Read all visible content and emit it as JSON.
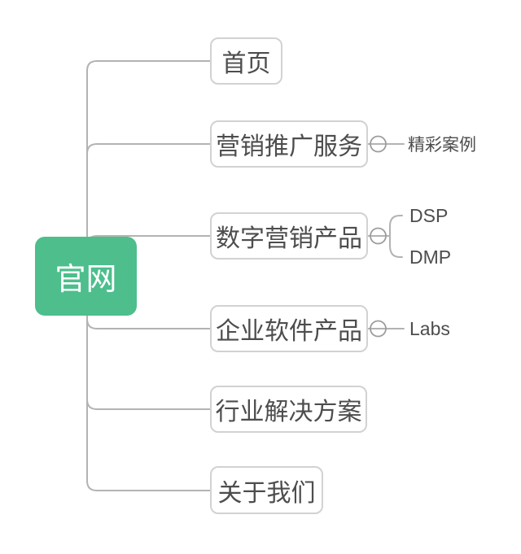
{
  "root": {
    "label": "官网"
  },
  "nodes": [
    {
      "label": "首页",
      "children": []
    },
    {
      "label": "营销推广服务",
      "toggle": "collapse-minus",
      "children": [
        {
          "label": "精彩案例"
        }
      ]
    },
    {
      "label": "数字营销产品",
      "toggle": "collapse-minus",
      "children": [
        {
          "label": "DSP"
        },
        {
          "label": "DMP"
        }
      ]
    },
    {
      "label": "企业软件产品",
      "toggle": "collapse-minus",
      "children": [
        {
          "label": "Labs"
        }
      ]
    },
    {
      "label": "行业解决方案",
      "children": []
    },
    {
      "label": "关于我们",
      "children": []
    }
  ],
  "colors": {
    "root_bg": "#4dbe8c",
    "root_text": "#ffffff",
    "node_border": "#d2d2d2",
    "node_text": "#4d4d4d",
    "line": "#b3b3b3",
    "toggle": "#9c9c9c"
  }
}
